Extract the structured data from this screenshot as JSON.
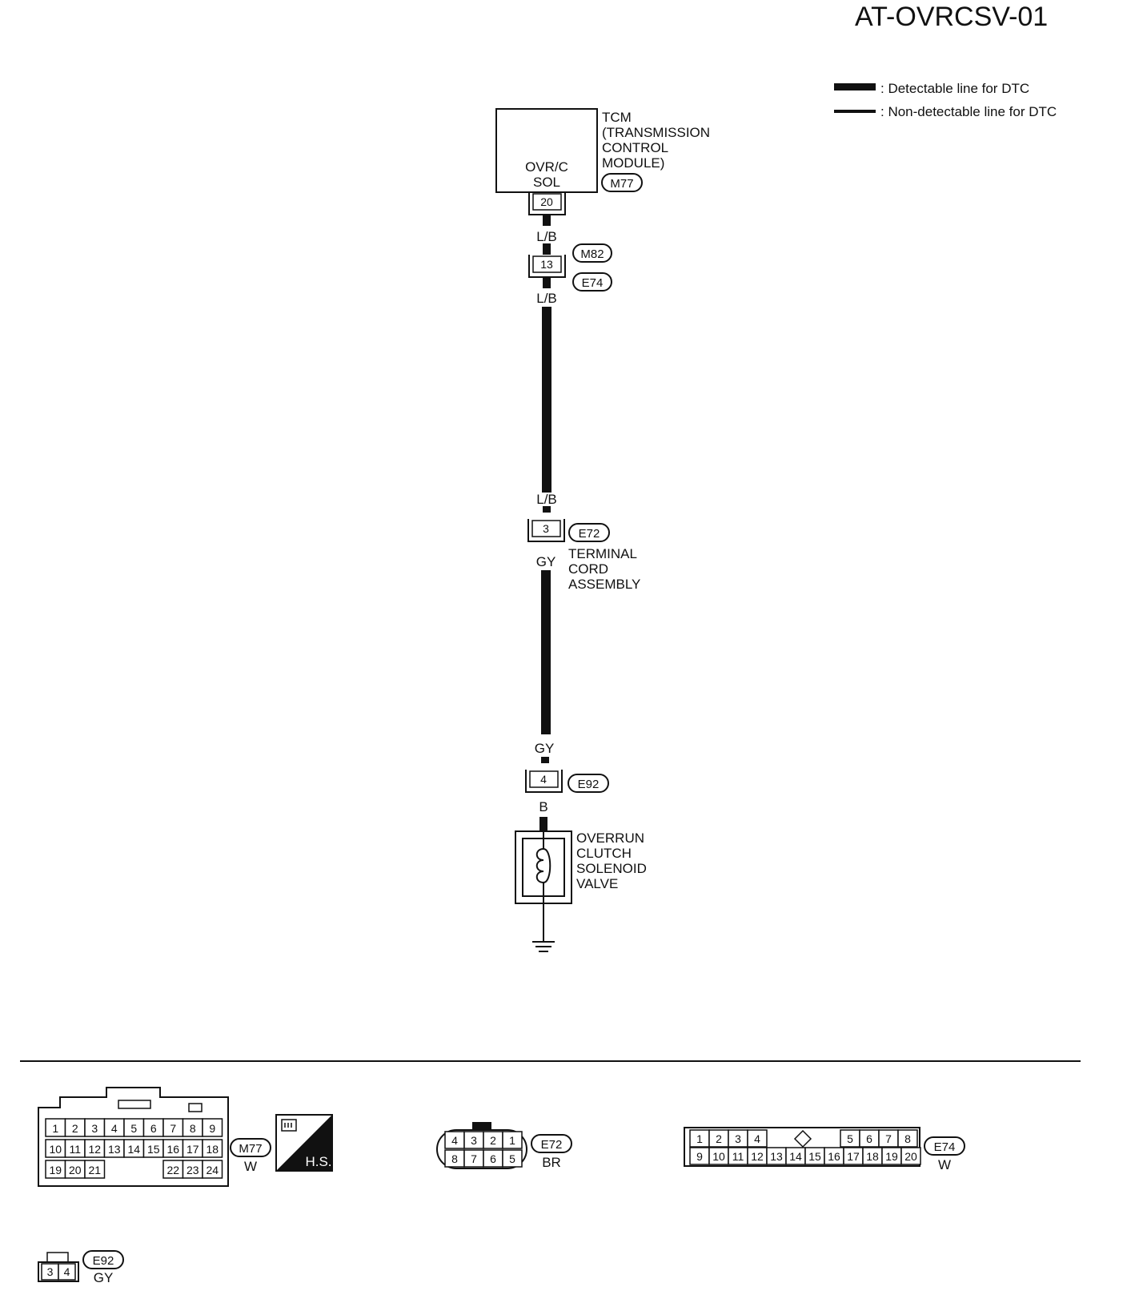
{
  "title": "AT-OVRCSV-01",
  "legend": {
    "detectable": ": Detectable line for DTC",
    "non_detectable": ": Non-detectable line for DTC"
  },
  "tcm": {
    "name_lines": [
      "TCM",
      "(TRANSMISSION",
      "CONTROL",
      "MODULE)"
    ],
    "connector": "M77",
    "terminal_lines": [
      "OVR/C",
      "SOL"
    ],
    "pin": "20"
  },
  "wires": {
    "w1": "L/B",
    "w2": "L/B",
    "w3": "L/B",
    "w4": "GY",
    "w5": "GY",
    "w6": "B"
  },
  "junction1": {
    "pin": "13",
    "connector_top": "M82",
    "connector_bottom": "E74"
  },
  "junction2": {
    "pin": "3",
    "connector": "E72",
    "name_lines": [
      "TERMINAL",
      "CORD",
      "ASSEMBLY"
    ]
  },
  "junction3": {
    "pin": "4",
    "connector": "E92"
  },
  "solenoid": {
    "name_lines": [
      "OVERRUN",
      "CLUTCH",
      "SOLENOID",
      "VALVE"
    ]
  },
  "connectors": {
    "m77": {
      "id": "M77",
      "color": "W",
      "row1": [
        "1",
        "2",
        "3",
        "4",
        "5",
        "6",
        "7",
        "8",
        "9"
      ],
      "row2": [
        "10",
        "11",
        "12",
        "13",
        "14",
        "15",
        "16",
        "17",
        "18"
      ],
      "row3_left": [
        "19",
        "20",
        "21"
      ],
      "row3_right": [
        "22",
        "23",
        "24"
      ],
      "hs_label": "H.S."
    },
    "e72": {
      "id": "E72",
      "color": "BR",
      "top": [
        "4",
        "3",
        "2",
        "1"
      ],
      "bottom": [
        "8",
        "7",
        "6",
        "5"
      ]
    },
    "e74": {
      "id": "E74",
      "color": "W",
      "top_left": [
        "1",
        "2",
        "3",
        "4"
      ],
      "top_right": [
        "5",
        "6",
        "7",
        "8"
      ],
      "bottom": [
        "9",
        "10",
        "11",
        "12",
        "13",
        "14",
        "15",
        "16",
        "17",
        "18",
        "19",
        "20"
      ]
    },
    "e92": {
      "id": "E92",
      "color": "GY",
      "pins": [
        "3",
        "4"
      ]
    }
  }
}
